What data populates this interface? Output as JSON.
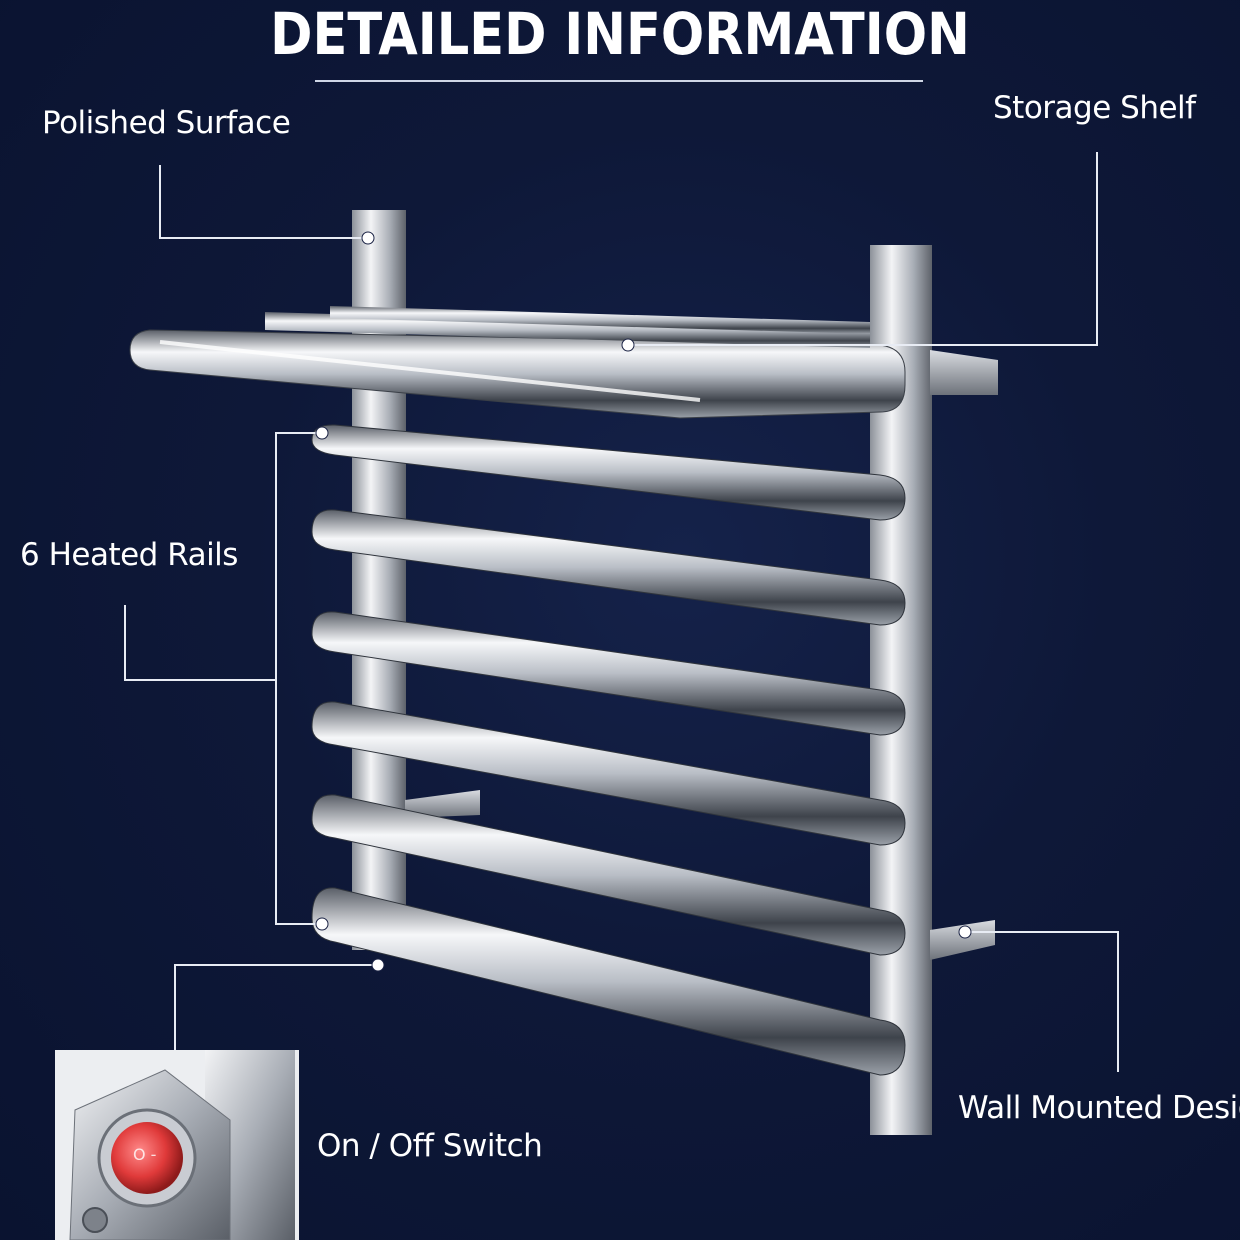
{
  "title": "DETAILED INFORMATION",
  "callouts": {
    "polished_surface": "Polished Surface",
    "storage_shelf": "Storage Shelf",
    "heated_rails": "6 Heated Rails",
    "wall_mounted": "Wall Mounted Desig",
    "switch": "On / Off Switch"
  },
  "colors": {
    "background": "#0e1838",
    "text": "#ffffff",
    "chrome": "#c8ccd4",
    "switch_red": "#d83a3a"
  },
  "rail_count": 6
}
